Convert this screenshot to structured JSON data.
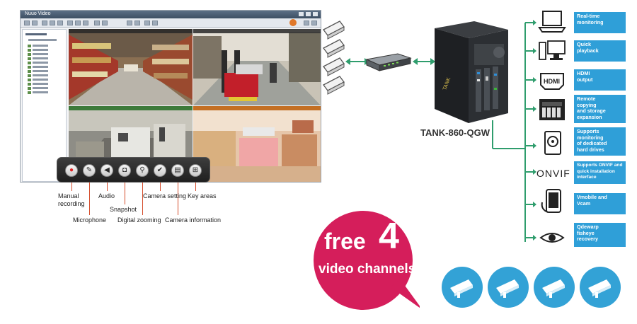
{
  "software": {
    "window_title": "Nuuo Video",
    "camera_tools": [
      {
        "name": "manual-recording",
        "label": "Manual recording",
        "icon": "record-icon",
        "glyph": "●",
        "color": "#e02020"
      },
      {
        "name": "microphone",
        "label": "Microphone",
        "icon": "microphone-icon",
        "glyph": "✎"
      },
      {
        "name": "audio",
        "label": "Audio",
        "icon": "speaker-icon",
        "glyph": "◀"
      },
      {
        "name": "snapshot",
        "label": "Snapshot",
        "icon": "camera-icon",
        "glyph": "◘"
      },
      {
        "name": "digital-zooming",
        "label": "Digital zooming",
        "icon": "magnifier-icon",
        "glyph": "⚲"
      },
      {
        "name": "camera-setting",
        "label": "Camera setting",
        "icon": "wrench-icon",
        "glyph": "✔"
      },
      {
        "name": "camera-information",
        "label": "Camera information",
        "icon": "info-icon",
        "glyph": "▤"
      },
      {
        "name": "key-areas",
        "label": "Key areas",
        "icon": "key-areas-icon",
        "glyph": "⊞"
      }
    ]
  },
  "device": {
    "name": "TANK-860-QGW"
  },
  "features": [
    {
      "name": "realtime-monitoring",
      "text": [
        "Real-time",
        "monitoring"
      ],
      "icon": "laptop-icon"
    },
    {
      "name": "quick-playback",
      "text": [
        "Quick",
        "playback"
      ],
      "icon": "desktop-pc-icon"
    },
    {
      "name": "hdmi-output",
      "text": [
        "HDMI",
        "output"
      ],
      "icon": "hdmi-icon",
      "icon_text": "HDMI"
    },
    {
      "name": "remote-copying",
      "text": [
        "Remote",
        "copying",
        "and storage",
        "expansion"
      ],
      "icon": "nas-storage-icon"
    },
    {
      "name": "dedicated-hard-drives",
      "text": [
        "Supports",
        "monitoring",
        "of dedicated",
        "hard drives"
      ],
      "icon": "hard-drive-icon"
    },
    {
      "name": "onvif",
      "text": [
        "Supports ONVIF and",
        "quick installation",
        "interface"
      ],
      "icon": "onvif-logo-icon",
      "icon_text": "ONVIF"
    },
    {
      "name": "vmobile-vcam",
      "text": [
        "Vmobile and",
        "Vcam"
      ],
      "icon": "smartphone-icon"
    },
    {
      "name": "qdewarp-fisheye",
      "text": [
        "Qdewarp",
        "fisheye",
        "recovery"
      ],
      "icon": "fisheye-eye-icon"
    }
  ],
  "promo": {
    "word_free": "free",
    "number": "4",
    "subtitle": "video channels",
    "bubble_color": "#d51e5b",
    "channel_icon": "cctv-camera-icon",
    "channel_color": "#33a2d6"
  },
  "colors": {
    "feature_box": "#2f9fd8",
    "connector": "#2f9d6d",
    "leader_line": "#d44b2a"
  }
}
